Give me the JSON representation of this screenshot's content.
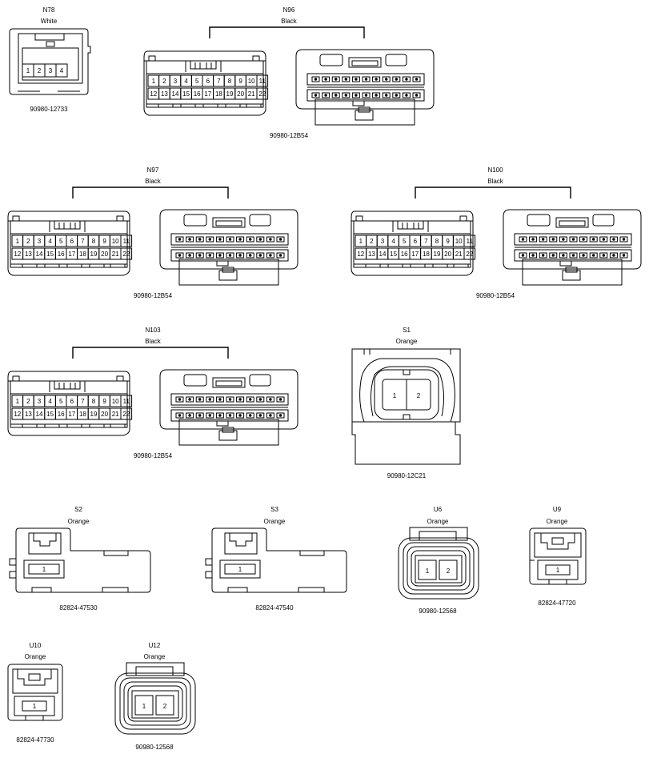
{
  "connectors": {
    "n78": {
      "code": "N78",
      "color": "White",
      "part": "90980-12733",
      "pins": [
        "1",
        "2",
        "3",
        "4"
      ]
    },
    "n96": {
      "code": "N96",
      "color": "Black",
      "part": "90980-12B54"
    },
    "n97": {
      "code": "N97",
      "color": "Black",
      "part": "90980-12B54"
    },
    "n100": {
      "code": "N100",
      "color": "Black",
      "part": "90980-12B54"
    },
    "n103": {
      "code": "N103",
      "color": "Black",
      "part": "90980-12B54"
    },
    "s1": {
      "code": "S1",
      "color": "Orange",
      "part": "90980-12C21",
      "pins": [
        "1",
        "2"
      ]
    },
    "s2": {
      "code": "S2",
      "color": "Orange",
      "part": "82824-47530",
      "pins": [
        "1"
      ]
    },
    "s3": {
      "code": "S3",
      "color": "Orange",
      "part": "82824-47540",
      "pins": [
        "1"
      ]
    },
    "u6": {
      "code": "U6",
      "color": "Orange",
      "part": "90980-12568",
      "pins": [
        "1",
        "2"
      ]
    },
    "u9": {
      "code": "U9",
      "color": "Orange",
      "part": "82824-47720",
      "pins": [
        "1"
      ]
    },
    "u10": {
      "code": "U10",
      "color": "Orange",
      "part": "82824-47730",
      "pins": [
        "1"
      ]
    },
    "u12": {
      "code": "U12",
      "color": "Orange",
      "part": "90980-12568",
      "pins": [
        "1",
        "2"
      ]
    }
  },
  "pins22": {
    "row1": [
      "1",
      "2",
      "3",
      "4",
      "5",
      "6",
      "7",
      "8",
      "9",
      "10",
      "11"
    ],
    "row2": [
      "12",
      "13",
      "14",
      "15",
      "16",
      "17",
      "18",
      "19",
      "20",
      "21",
      "22"
    ]
  }
}
